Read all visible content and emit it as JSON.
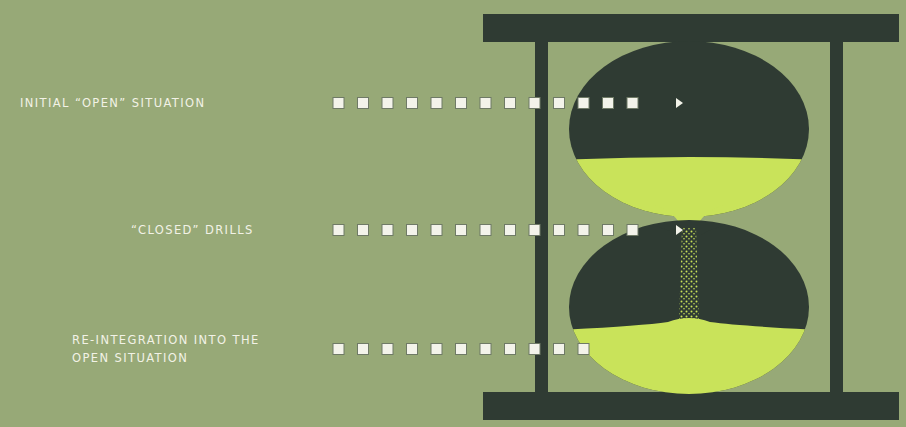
{
  "diagram": {
    "labels": [
      "INITIAL “OPEN” SITUATION",
      "“CLOSED” DRILLS",
      "RE-INTEGRATION INTO THE OPEN SITUATION"
    ]
  }
}
